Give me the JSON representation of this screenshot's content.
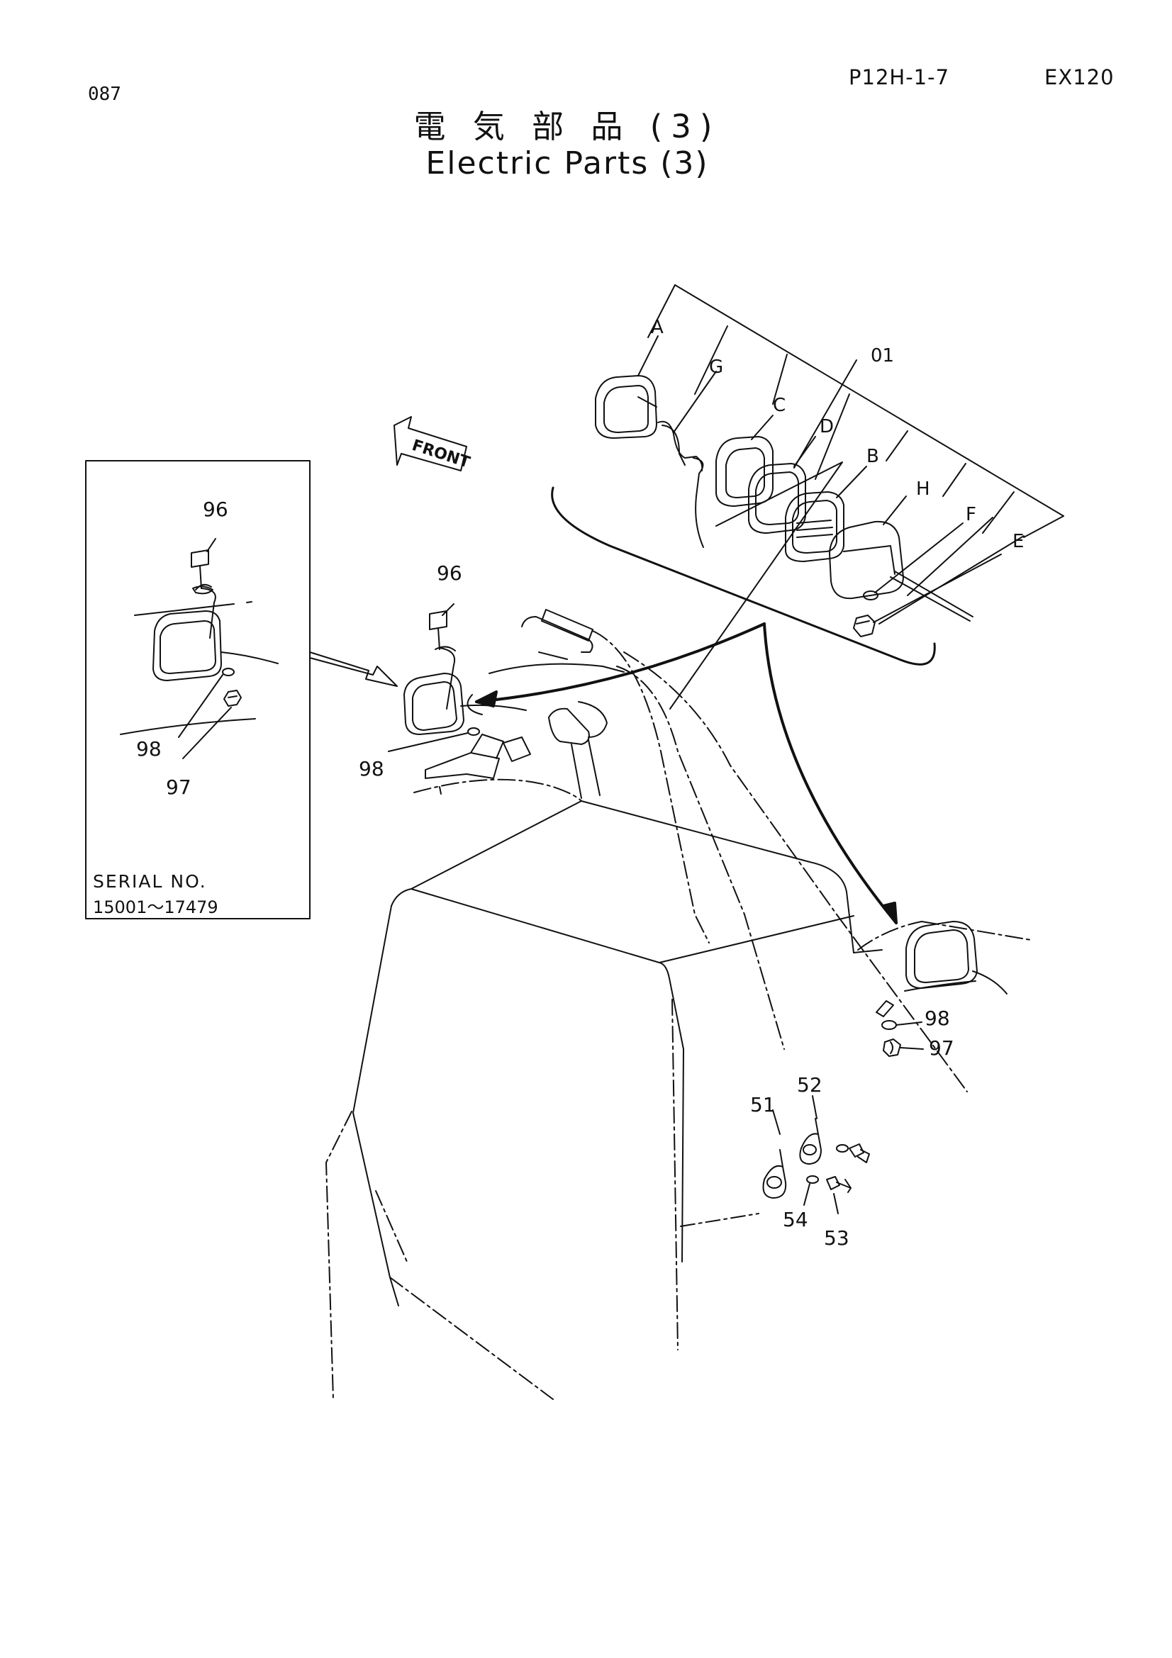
{
  "header": {
    "page_number": "087",
    "page_code": "P12H-1-7",
    "model": "EX120",
    "title_jp": "電 気 部 品 (3)",
    "title_en": "Electric Parts (3)"
  },
  "direction_label": "FRONT",
  "inset": {
    "serial_label": "SERIAL NO.",
    "serial_range": "15001～17479",
    "callouts": [
      "96",
      "98",
      "97"
    ]
  },
  "explode_labels": [
    "A",
    "G",
    "01",
    "C",
    "D",
    "B",
    "H",
    "F",
    "E"
  ],
  "main_callouts": {
    "left_lamp_bolt": "96",
    "left_lamp_washer": "98",
    "right_washer": "98",
    "right_nut": "97",
    "bracket_a": "51",
    "bracket_b": "52",
    "bolt": "53",
    "washer": "54"
  }
}
